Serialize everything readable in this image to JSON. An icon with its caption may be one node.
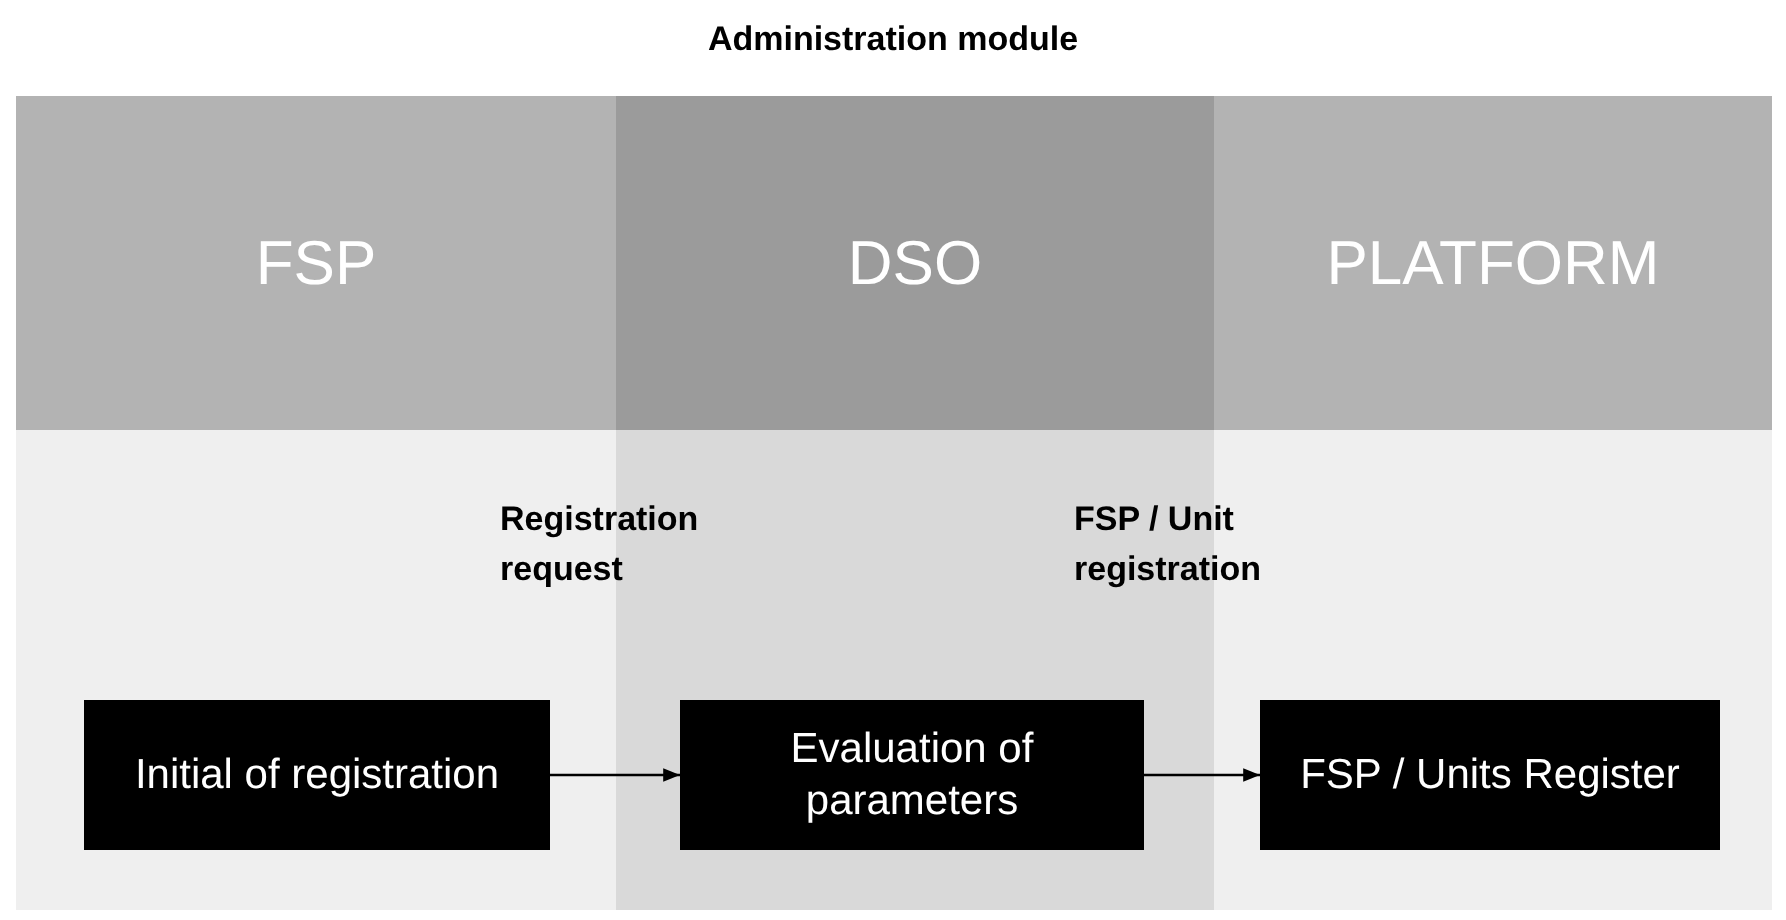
{
  "diagram": {
    "title": "Administration module",
    "nodes": [
      {
        "text": [
          "FSP"
        ]
      },
      {
        "text": [
          "DSO"
        ]
      },
      {
        "text": [
          "PLATFORM"
        ]
      },
      {
        "text": [
          "Initial of registration"
        ]
      },
      {
        "text": [
          "Evaluation of parameters"
        ]
      },
      {
        "text": [
          "FSP / Units Register"
        ]
      }
    ],
    "edges": [
      {
        "from": 3,
        "to": 4,
        "arrow": "to"
      },
      {
        "from": 4,
        "to": 5,
        "arrow": "to"
      }
    ],
    "labels": [
      "Registration request",
      "FSP / Unit registration"
    ]
  }
}
